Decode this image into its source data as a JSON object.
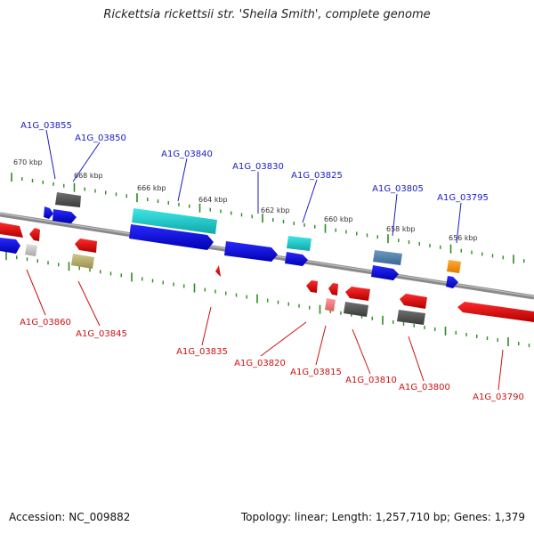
{
  "title": "Rickettsia rickettsii str. 'Sheila Smith', complete genome",
  "footer": {
    "accession": "Accession: NC_009882",
    "topology": "Topology: linear; Length: 1,257,710 bp; Genes: 1,379"
  },
  "ticks": [
    "670 kbp",
    "668 kbp",
    "666 kbp",
    "664 kbp",
    "662 kbp",
    "660 kbp",
    "658 kbp",
    "656 kbp"
  ],
  "labels_top": [
    "A1G_03855",
    "A1G_03850",
    "A1G_03840",
    "A1G_03830",
    "A1G_03825",
    "A1G_03805",
    "A1G_03795"
  ],
  "labels_bottom": [
    "A1G_03860",
    "A1G_03845",
    "A1G_03835",
    "A1G_03820",
    "A1G_03815",
    "A1G_03810",
    "A1G_03800",
    "A1G_03790"
  ],
  "colors": {
    "top_label": "#1a1ac8",
    "bottom_label": "#cc1111",
    "tick": "#2e8b22",
    "backbone": "#8a8a8a"
  }
}
